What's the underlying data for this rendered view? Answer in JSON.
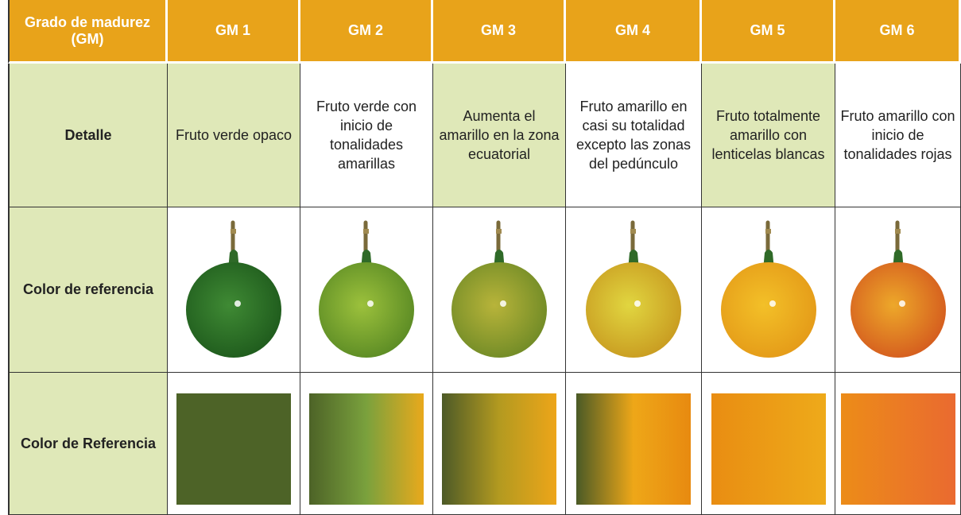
{
  "table": {
    "header": {
      "label": "Grado de madurez (GM)",
      "columns": [
        "GM 1",
        "GM 2",
        "GM 3",
        "GM 4",
        "GM 5",
        "GM 6"
      ]
    },
    "rows": {
      "detalle": {
        "label": "Detalle",
        "cells": [
          "Fruto verde opaco",
          "Fruto verde con inicio de tonalidades amarillas",
          "Aumenta el amarillo en la zona ecuatorial",
          "Fruto amarillo en casi su totalidad excepto las zonas del pedúnculo",
          "Fruto totalmente amarillo con lenticelas blancas",
          "Fruto amarillo con inicio de tonalidades rojas"
        ]
      },
      "color_referencia": {
        "label": "Color de referencia"
      },
      "color_referencia_swatch": {
        "label": "Color de Referencia"
      }
    }
  },
  "fruit_colors": [
    {
      "light": "#3f8a34",
      "dark": "#1e5a1c"
    },
    {
      "light": "#9cc13c",
      "dark": "#5a8a24"
    },
    {
      "light": "#b8b43a",
      "dark": "#6f8a26"
    },
    {
      "light": "#e1d640",
      "dark": "#c89a20"
    },
    {
      "light": "#f3c028",
      "dark": "#e49a18"
    },
    {
      "light": "#eda82a",
      "dark": "#d45a1e"
    }
  ],
  "swatch_colors": [
    [
      "#4d6327",
      "#4d6327"
    ],
    [
      "#4d6327",
      "#7aa13d",
      "#e9a91c"
    ],
    [
      "#4d5a27",
      "#b39a20",
      "#eda519"
    ],
    [
      "#4a5a26",
      "#eea718",
      "#e88a10"
    ],
    [
      "#e98d12",
      "#eeaa1a"
    ],
    [
      "#ec8c18",
      "#ea6a30"
    ]
  ]
}
